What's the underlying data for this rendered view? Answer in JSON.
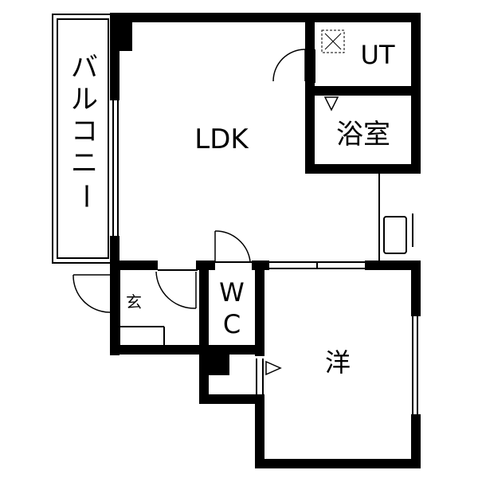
{
  "rooms": {
    "ldk": "LDK",
    "ut": "UT",
    "bath": "浴室",
    "balcony": [
      "バ",
      "ル",
      "コ",
      "ニ",
      "ー"
    ],
    "entrance": "玄",
    "wc": [
      "W",
      "C"
    ],
    "western": "洋"
  },
  "colors": {
    "wall": "#000000",
    "background": "#ffffff"
  }
}
